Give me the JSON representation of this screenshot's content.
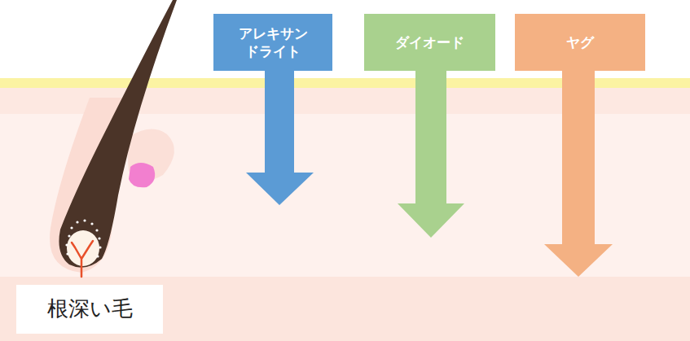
{
  "diagram": {
    "nodes": [
      {
        "text": [
          "アレキサンドライト"
        ]
      },
      {
        "text": [
          "ダイオード"
        ]
      },
      {
        "text": [
          "ヤグ"
        ]
      },
      {
        "text": [
          "根深い毛"
        ]
      }
    ]
  }
}
